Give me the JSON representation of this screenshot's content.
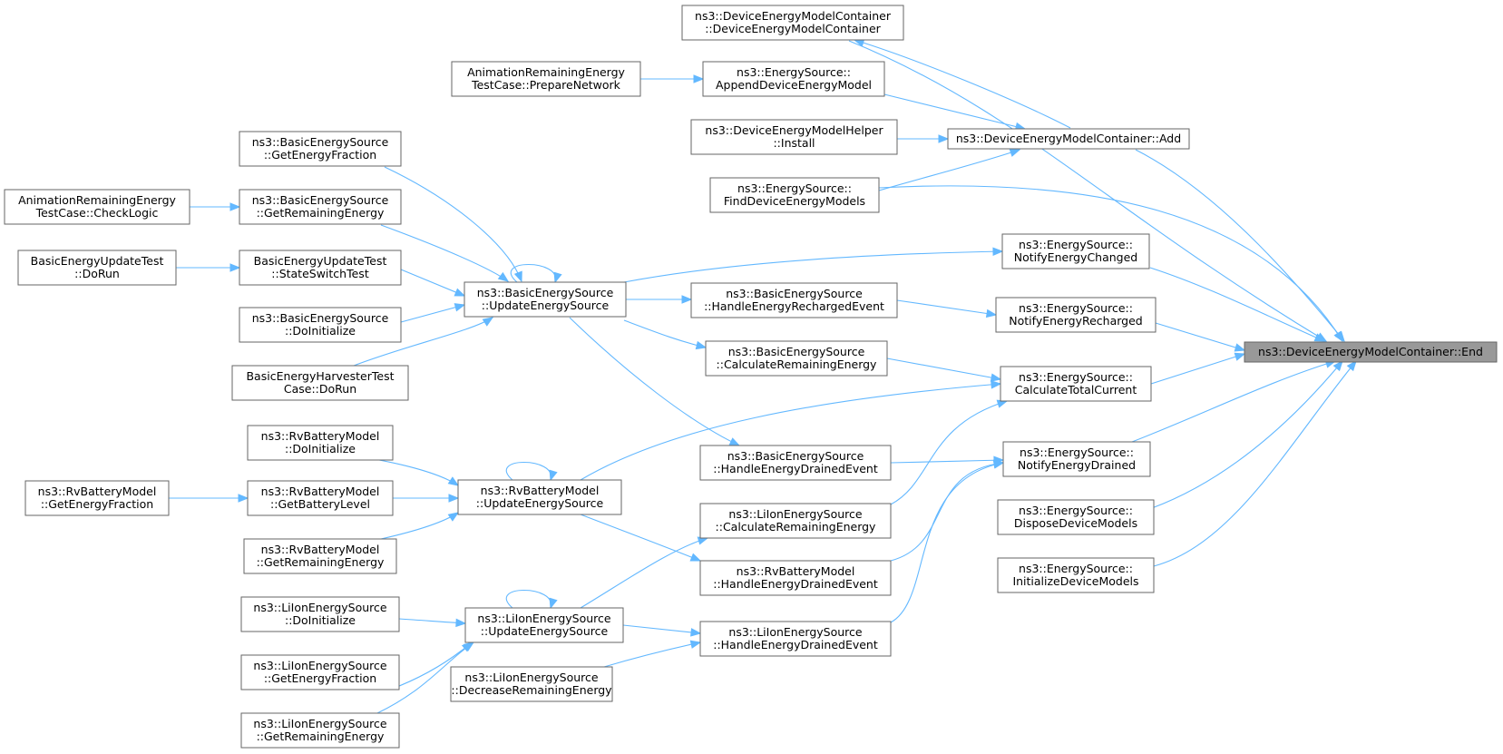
{
  "graph": {
    "colors": {
      "edge": "#63b8ff",
      "node_border": "#666666",
      "node_fill": "#ffffff",
      "focus_fill": "#999999"
    },
    "nodes": [
      {
        "id": "end",
        "lines": [
          "ns3::DeviceEnergyModelContainer::End"
        ]
      },
      {
        "id": "dcc",
        "lines": [
          "ns3::DeviceEnergyModelContainer",
          "::DeviceEnergyModelContainer"
        ]
      },
      {
        "id": "arp",
        "lines": [
          "AnimationRemainingEnergy",
          "TestCase::PrepareNetwork"
        ]
      },
      {
        "id": "append",
        "lines": [
          "ns3::EnergySource::",
          "AppendDeviceEnergyModel"
        ]
      },
      {
        "id": "helper",
        "lines": [
          "ns3::DeviceEnergyModelHelper",
          "::Install"
        ]
      },
      {
        "id": "add",
        "lines": [
          "ns3::DeviceEnergyModelContainer::Add"
        ]
      },
      {
        "id": "find",
        "lines": [
          "ns3::EnergySource::",
          "FindDeviceEnergyModels"
        ]
      },
      {
        "id": "bgef",
        "lines": [
          "ns3::BasicEnergySource",
          "::GetEnergyFraction"
        ]
      },
      {
        "id": "arc",
        "lines": [
          "AnimationRemainingEnergy",
          "TestCase::CheckLogic"
        ]
      },
      {
        "id": "bgre",
        "lines": [
          "ns3::BasicEnergySource",
          "::GetRemainingEnergy"
        ]
      },
      {
        "id": "bedr",
        "lines": [
          "BasicEnergyUpdateTest",
          "::DoRun"
        ]
      },
      {
        "id": "bsst",
        "lines": [
          "BasicEnergyUpdateTest",
          "::StateSwitchTest"
        ]
      },
      {
        "id": "bdoi",
        "lines": [
          "ns3::BasicEnergySource",
          "::DoInitialize"
        ]
      },
      {
        "id": "bht",
        "lines": [
          "BasicEnergyHarvesterTest",
          "Case::DoRun"
        ]
      },
      {
        "id": "bues",
        "lines": [
          "ns3::BasicEnergySource",
          "::UpdateEnergySource"
        ]
      },
      {
        "id": "nec",
        "lines": [
          "ns3::EnergySource::",
          "NotifyEnergyChanged"
        ]
      },
      {
        "id": "bher",
        "lines": [
          "ns3::BasicEnergySource",
          "::HandleEnergyRechargedEvent"
        ]
      },
      {
        "id": "ner",
        "lines": [
          "ns3::EnergySource::",
          "NotifyEnergyRecharged"
        ]
      },
      {
        "id": "bcre",
        "lines": [
          "ns3::BasicEnergySource",
          "::CalculateRemainingEnergy"
        ]
      },
      {
        "id": "ctc",
        "lines": [
          "ns3::EnergySource::",
          "CalculateTotalCurrent"
        ]
      },
      {
        "id": "rvdoi",
        "lines": [
          "ns3::RvBatteryModel",
          "::DoInitialize"
        ]
      },
      {
        "id": "bhed",
        "lines": [
          "ns3::BasicEnergySource",
          "::HandleEnergyDrainedEvent"
        ]
      },
      {
        "id": "ned",
        "lines": [
          "ns3::EnergySource::",
          "NotifyEnergyDrained"
        ]
      },
      {
        "id": "rvgef",
        "lines": [
          "ns3::RvBatteryModel",
          "::GetEnergyFraction"
        ]
      },
      {
        "id": "rvgbl",
        "lines": [
          "ns3::RvBatteryModel",
          "::GetBatteryLevel"
        ]
      },
      {
        "id": "rvues",
        "lines": [
          "ns3::RvBatteryModel",
          "::UpdateEnergySource"
        ]
      },
      {
        "id": "lcre",
        "lines": [
          "ns3::LiIonEnergySource",
          "::CalculateRemainingEnergy"
        ]
      },
      {
        "id": "ddm",
        "lines": [
          "ns3::EnergySource::",
          "DisposeDeviceModels"
        ]
      },
      {
        "id": "rvgre",
        "lines": [
          "ns3::RvBatteryModel",
          "::GetRemainingEnergy"
        ]
      },
      {
        "id": "rvhed",
        "lines": [
          "ns3::RvBatteryModel",
          "::HandleEnergyDrainedEvent"
        ]
      },
      {
        "id": "idm",
        "lines": [
          "ns3::EnergySource::",
          "InitializeDeviceModels"
        ]
      },
      {
        "id": "ldoi",
        "lines": [
          "ns3::LiIonEnergySource",
          "::DoInitialize"
        ]
      },
      {
        "id": "lues",
        "lines": [
          "ns3::LiIonEnergySource",
          "::UpdateEnergySource"
        ]
      },
      {
        "id": "lhed",
        "lines": [
          "ns3::LiIonEnergySource",
          "::HandleEnergyDrainedEvent"
        ]
      },
      {
        "id": "lgef",
        "lines": [
          "ns3::LiIonEnergySource",
          "::GetEnergyFraction"
        ]
      },
      {
        "id": "ldre",
        "lines": [
          "ns3::LiIonEnergySource",
          "::DecreaseRemainingEnergy"
        ]
      },
      {
        "id": "lgre",
        "lines": [
          "ns3::LiIonEnergySource",
          "::GetRemainingEnergy"
        ]
      }
    ],
    "edges": [
      [
        "dcc",
        "end"
      ],
      [
        "add",
        "end"
      ],
      [
        "find",
        "end"
      ],
      [
        "nec",
        "end"
      ],
      [
        "ner",
        "end"
      ],
      [
        "ctc",
        "end"
      ],
      [
        "ned",
        "end"
      ],
      [
        "ddm",
        "end"
      ],
      [
        "idm",
        "end"
      ],
      [
        "arp",
        "append"
      ],
      [
        "append",
        "add"
      ],
      [
        "helper",
        "add"
      ],
      [
        "find",
        "add"
      ],
      [
        "add",
        "dcc"
      ],
      [
        "bgef",
        "bues"
      ],
      [
        "bgre",
        "bues"
      ],
      [
        "arc",
        "bgre"
      ],
      [
        "bsst",
        "bues"
      ],
      [
        "bedr",
        "bsst"
      ],
      [
        "bdoi",
        "bues"
      ],
      [
        "bht",
        "bues"
      ],
      [
        "bues",
        "bues"
      ],
      [
        "bues",
        "nec"
      ],
      [
        "bues",
        "bher"
      ],
      [
        "bher",
        "ner"
      ],
      [
        "bues",
        "bcre"
      ],
      [
        "bcre",
        "ctc"
      ],
      [
        "bues",
        "bhed"
      ],
      [
        "rvues",
        "ctc"
      ],
      [
        "lcre",
        "ctc"
      ],
      [
        "bhed",
        "ned"
      ],
      [
        "rvhed",
        "ned"
      ],
      [
        "lhed",
        "ned"
      ],
      [
        "rvdoi",
        "rvues"
      ],
      [
        "rvgbl",
        "rvues"
      ],
      [
        "rvgef",
        "rvgbl"
      ],
      [
        "rvgre",
        "rvues"
      ],
      [
        "rvues",
        "rvues"
      ],
      [
        "rvues",
        "rvhed"
      ],
      [
        "lues",
        "lcre"
      ],
      [
        "ldoi",
        "lues"
      ],
      [
        "lgef",
        "lues"
      ],
      [
        "lgre",
        "lues"
      ],
      [
        "lues",
        "lues"
      ],
      [
        "lues",
        "lhed"
      ],
      [
        "ldre",
        "lhed"
      ]
    ]
  }
}
